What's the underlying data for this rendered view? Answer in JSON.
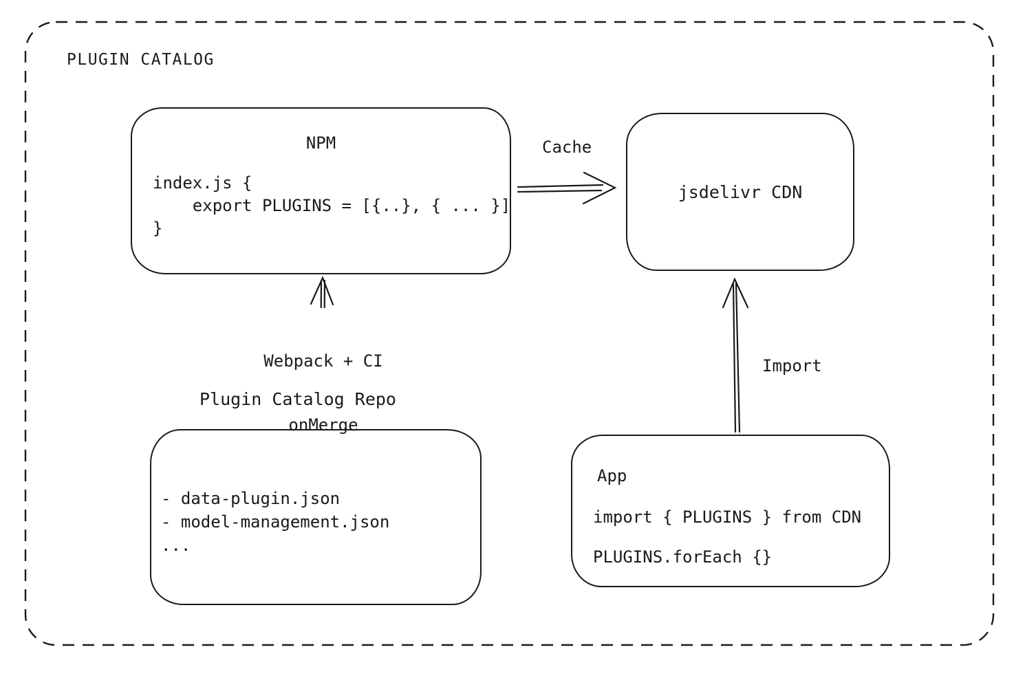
{
  "diagram": {
    "title": "PLUGIN CATALOG",
    "nodes": {
      "npm": {
        "title": "NPM",
        "code_lines": [
          "index.js {",
          "    export PLUGINS = [{..}, { ... }]",
          "}"
        ]
      },
      "cdn": {
        "label": "jsdelivr CDN"
      },
      "repo": {
        "title": "Plugin Catalog Repo",
        "files": [
          "- data-plugin.json",
          "- model-management.json",
          "..."
        ]
      },
      "app": {
        "title": "App",
        "code_lines": [
          "import { PLUGINS } from CDN",
          "PLUGINS.forEach {}"
        ]
      }
    },
    "edges": {
      "cache": {
        "label": "Cache",
        "from": "NPM",
        "to": "jsdelivr CDN"
      },
      "build": {
        "label_line1": "Webpack + CI",
        "label_line2": "onMerge",
        "from": "Plugin Catalog Repo",
        "to": "NPM"
      },
      "import": {
        "label": "Import",
        "from": "App",
        "to": "jsdelivr CDN"
      }
    },
    "colors": {
      "stroke": "#1a1a1a",
      "background": "#ffffff"
    }
  }
}
